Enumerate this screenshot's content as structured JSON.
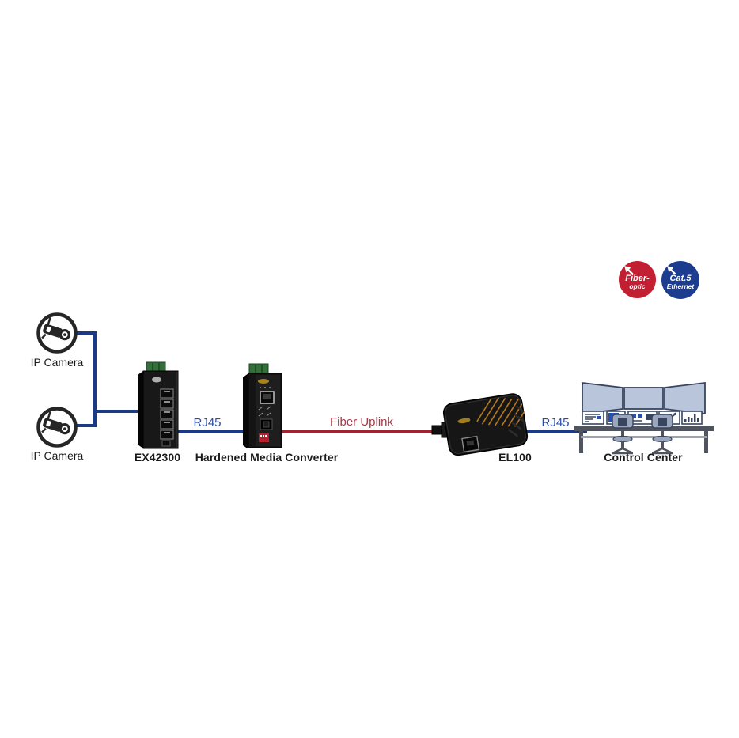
{
  "diagram": {
    "title_implicit": "IP surveillance fiber uplink application diagram",
    "cameras": [
      {
        "label": "IP Camera"
      },
      {
        "label": "IP Camera"
      }
    ],
    "devices": {
      "switch": {
        "name": "EX42300"
      },
      "converter": {
        "name": "Hardened Media Converter"
      },
      "el100": {
        "name": "EL100"
      },
      "control_center": {
        "name": "Control Center"
      }
    },
    "links": {
      "rj45_left": {
        "label": "RJ45"
      },
      "fiber_uplink": {
        "label": "Fiber Uplink"
      },
      "rj45_right": {
        "label": "RJ45"
      }
    },
    "colors": {
      "ethernet_line": "#1b3a86",
      "fiber_line": "#9e2433",
      "rj45_label": "#2b4ea2",
      "fiber_label": "#a63744",
      "badge_fiber": "#c22032",
      "badge_cat5": "#1c3d8f"
    }
  },
  "badges": [
    {
      "id": "fiber-optic",
      "line1": "Fiber-",
      "line2": "optic"
    },
    {
      "id": "cat5-ethernet",
      "line1": "Cat.5",
      "line2": "Ethernet"
    }
  ]
}
